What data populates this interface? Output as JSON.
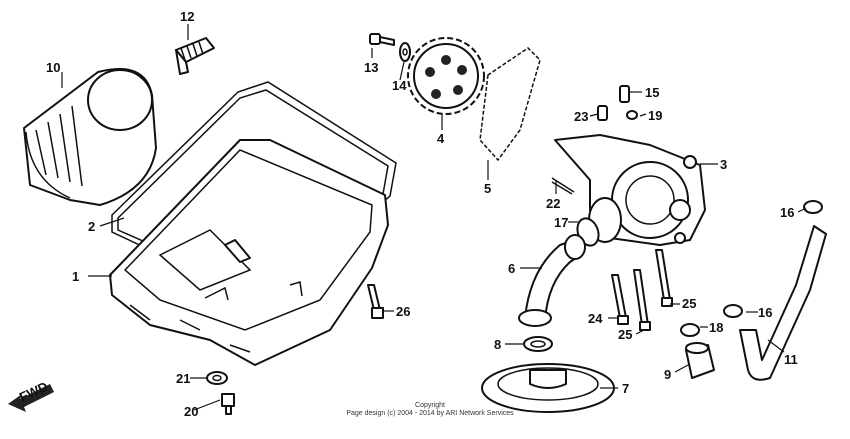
{
  "callouts": {
    "p1": "1",
    "p2": "2",
    "p3": "3",
    "p4": "4",
    "p5": "5",
    "p6": "6",
    "p7": "7",
    "p8": "8",
    "p9": "9",
    "p10": "10",
    "p11": "11",
    "p12": "12",
    "p13": "13",
    "p14": "14",
    "p15": "15",
    "p16a": "16",
    "p16b": "16",
    "p17": "17",
    "p18": "18",
    "p19": "19",
    "p20": "20",
    "p21": "21",
    "p22": "22",
    "p23": "23",
    "p24": "24",
    "p25a": "25",
    "p25b": "25",
    "p26": "26"
  },
  "fwd_label": "FWD",
  "copyright": {
    "line1": "Copyright",
    "line2": "Page design (c) 2004 - 2014 by ARI Network Services"
  }
}
